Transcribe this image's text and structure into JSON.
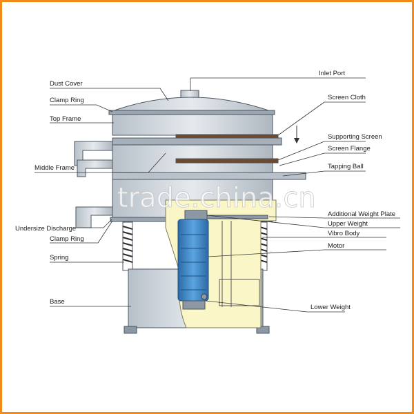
{
  "labels": {
    "dust_cover": "Dust Cover",
    "clamp_ring_top": "Clamp Ring",
    "top_frame": "Top Frame",
    "middle_frame": "Middle Frame",
    "undersize_discharge": "Undersize Discharge",
    "clamp_ring_bottom": "Clamp Ring",
    "spring": "Spring",
    "base": "Base",
    "inlet_port": "Inlet Port",
    "screen_cloth": "Screen Cloth",
    "supporting_screen": "Supporting Screen",
    "screen_flange": "Screen Flange",
    "tapping_ball": "Tapping Ball",
    "additional_weight_plate": "Additional Weight Plate",
    "upper_weight": "Upper Weight",
    "vibro_body": "Vibro Body",
    "motor": "Motor",
    "lower_weight": "Lower Weight"
  },
  "watermark": "trade.china.cn",
  "colors": {
    "border": "#f28a1c",
    "machine": "#cfd5dc",
    "machine_dark": "#8c98a4",
    "motor": "#3f86c8",
    "housing": "#fbf6c8"
  }
}
